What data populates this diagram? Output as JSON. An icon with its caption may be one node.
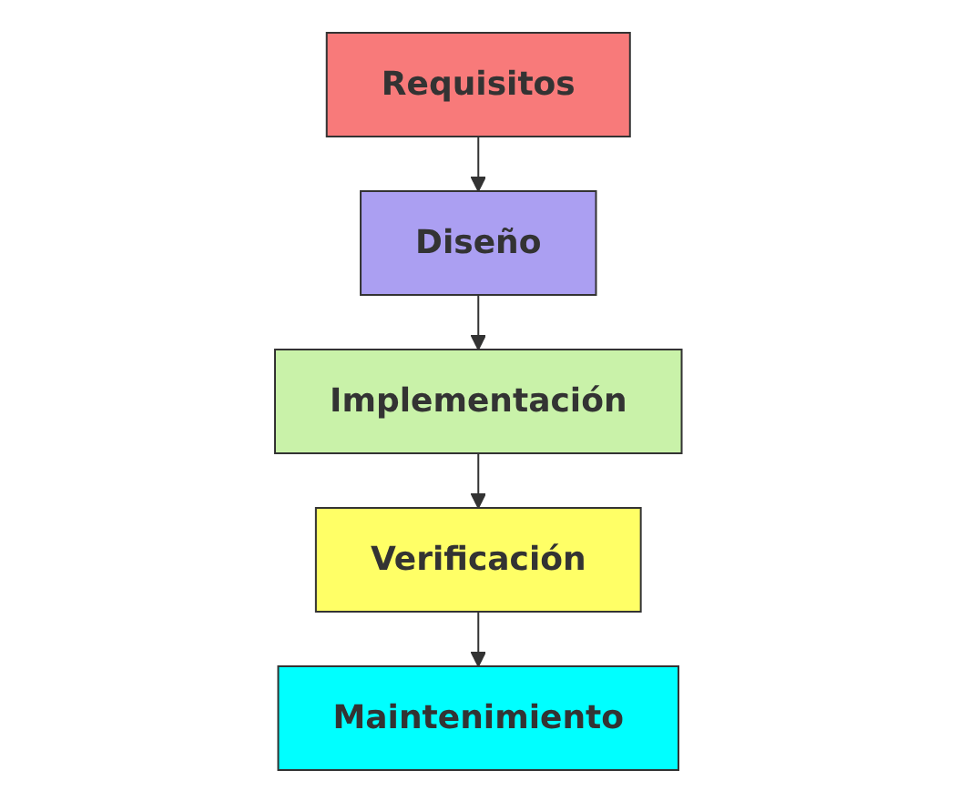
{
  "diagram": {
    "nodes": [
      {
        "text": [
          "Requisitos"
        ]
      },
      {
        "text": [
          "Diseño"
        ]
      },
      {
        "text": [
          "Implementación"
        ]
      },
      {
        "text": [
          "Verificación"
        ]
      },
      {
        "text": [
          "Maintenimiento"
        ]
      }
    ],
    "edges": [
      {
        "from": 0,
        "to": 1,
        "arrow": "to"
      },
      {
        "from": 1,
        "to": 2,
        "arrow": "to"
      },
      {
        "from": 2,
        "to": 3,
        "arrow": "to"
      },
      {
        "from": 3,
        "to": 4,
        "arrow": "to"
      }
    ]
  }
}
